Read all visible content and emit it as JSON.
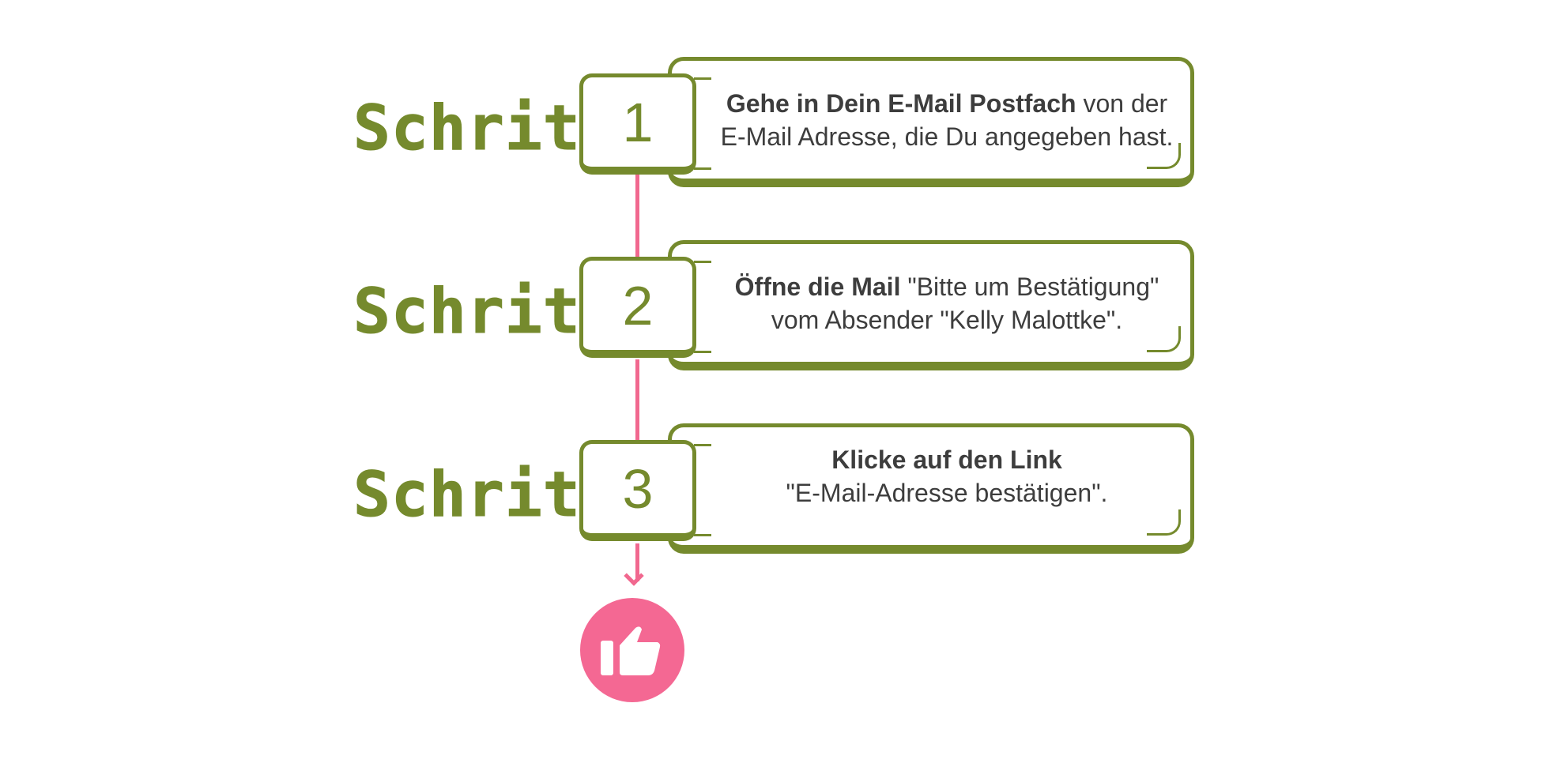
{
  "steps": [
    {
      "label": "Schritt",
      "number": "1",
      "text_bold": "Gehe in Dein E-Mail Postfach",
      "text_rest": " von der E-Mail Adresse, die Du angegeben hast."
    },
    {
      "label": "Schritt",
      "number": "2",
      "text_bold": "Öffne die Mail",
      "text_rest": " \"Bitte um Bestätigung\" vom Absender \"Kelly Malottke\"."
    },
    {
      "label": "Schritt",
      "number": "3",
      "text_bold": "Klicke auf den Link",
      "text_rest": " \"E-Mail-Adresse bestätigen\"."
    }
  ],
  "final_icon": "thumbs-up-icon",
  "colors": {
    "accent_green": "#758a2d",
    "accent_pink": "#f46893",
    "text": "#3d3d3d"
  }
}
